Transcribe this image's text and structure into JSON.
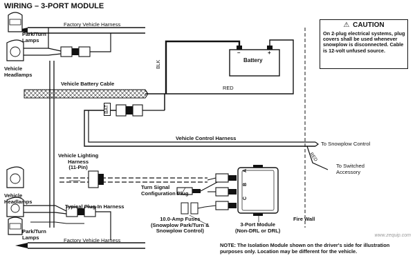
{
  "title": "WIRING – 3-PORT MODULE",
  "caution": {
    "heading": "CAUTION",
    "text": "On 2-plug electrical systems, plug covers shall be used whenever snowplow is disconnected. Cable is 12-volt unfused source."
  },
  "labels": {
    "factory_harness_top": "Factory Vehicle Harness",
    "park_turn_top": "Park/Turn\nLamps",
    "headlamps_top": "Vehicle\nHeadlamps",
    "battery": "Battery",
    "battery_minus": "–",
    "battery_plus": "+",
    "blk": "BLK",
    "red": "RED",
    "battery_cable": "Vehicle Battery Cable",
    "bat": "BAT",
    "control_harness": "Vehicle Control Harness",
    "to_snowplow": "To Snowplow Control",
    "red_small": "RED",
    "switched_accessory": "To Switched\nAccessory",
    "lighting_harness": "Vehicle Lighting\nHarness\n(11-Pin)",
    "turn_signal": "Turn Signal\nConfiguration Plug",
    "headlamps_bottom": "Vehicle\nHeadlamps",
    "typical_plugin": "Typical Plug-In Harness",
    "park_turn_bottom": "Park/Turn\nLamps",
    "fuses": "10.0-Amp Fuses\n(Snowplow Park/Turn &\nSnowplow Control)",
    "module": "3-Port Module\n(Non-DRL or DRL)",
    "port_a": "A",
    "port_b": "B",
    "port_c": "C",
    "fire_wall": "Fire Wall",
    "factory_harness_bottom": "Factory Vehicle Harness"
  },
  "note": "NOTE: The Isolation Module shown on the driver's side for illustration\npurposes only. Location may be different for the vehicle.",
  "watermark": "www.zequip.com",
  "colors": {
    "line": "#111111",
    "shade": "#dddddd"
  }
}
